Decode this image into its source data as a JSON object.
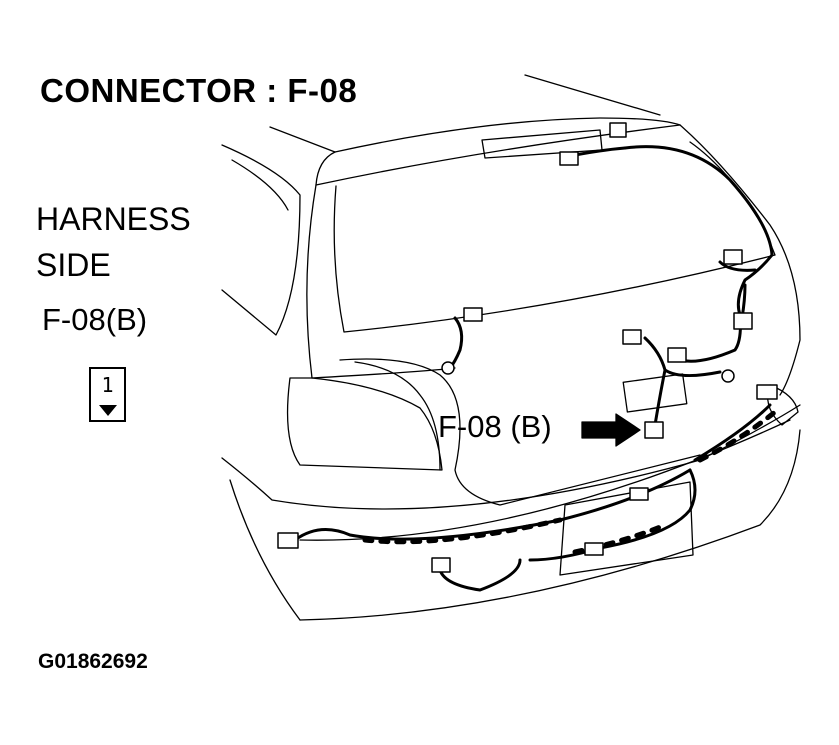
{
  "header": {
    "title": "CONNECTOR : F-08"
  },
  "legend": {
    "harness_line1": "HARNESS",
    "harness_line2": "SIDE",
    "connector_id": "F-08(B)",
    "pin_number": "1"
  },
  "callout": {
    "label": "F-08 (B)"
  },
  "figure": {
    "id": "G01862692"
  },
  "colors": {
    "line": "#000000",
    "background": "#ffffff"
  }
}
